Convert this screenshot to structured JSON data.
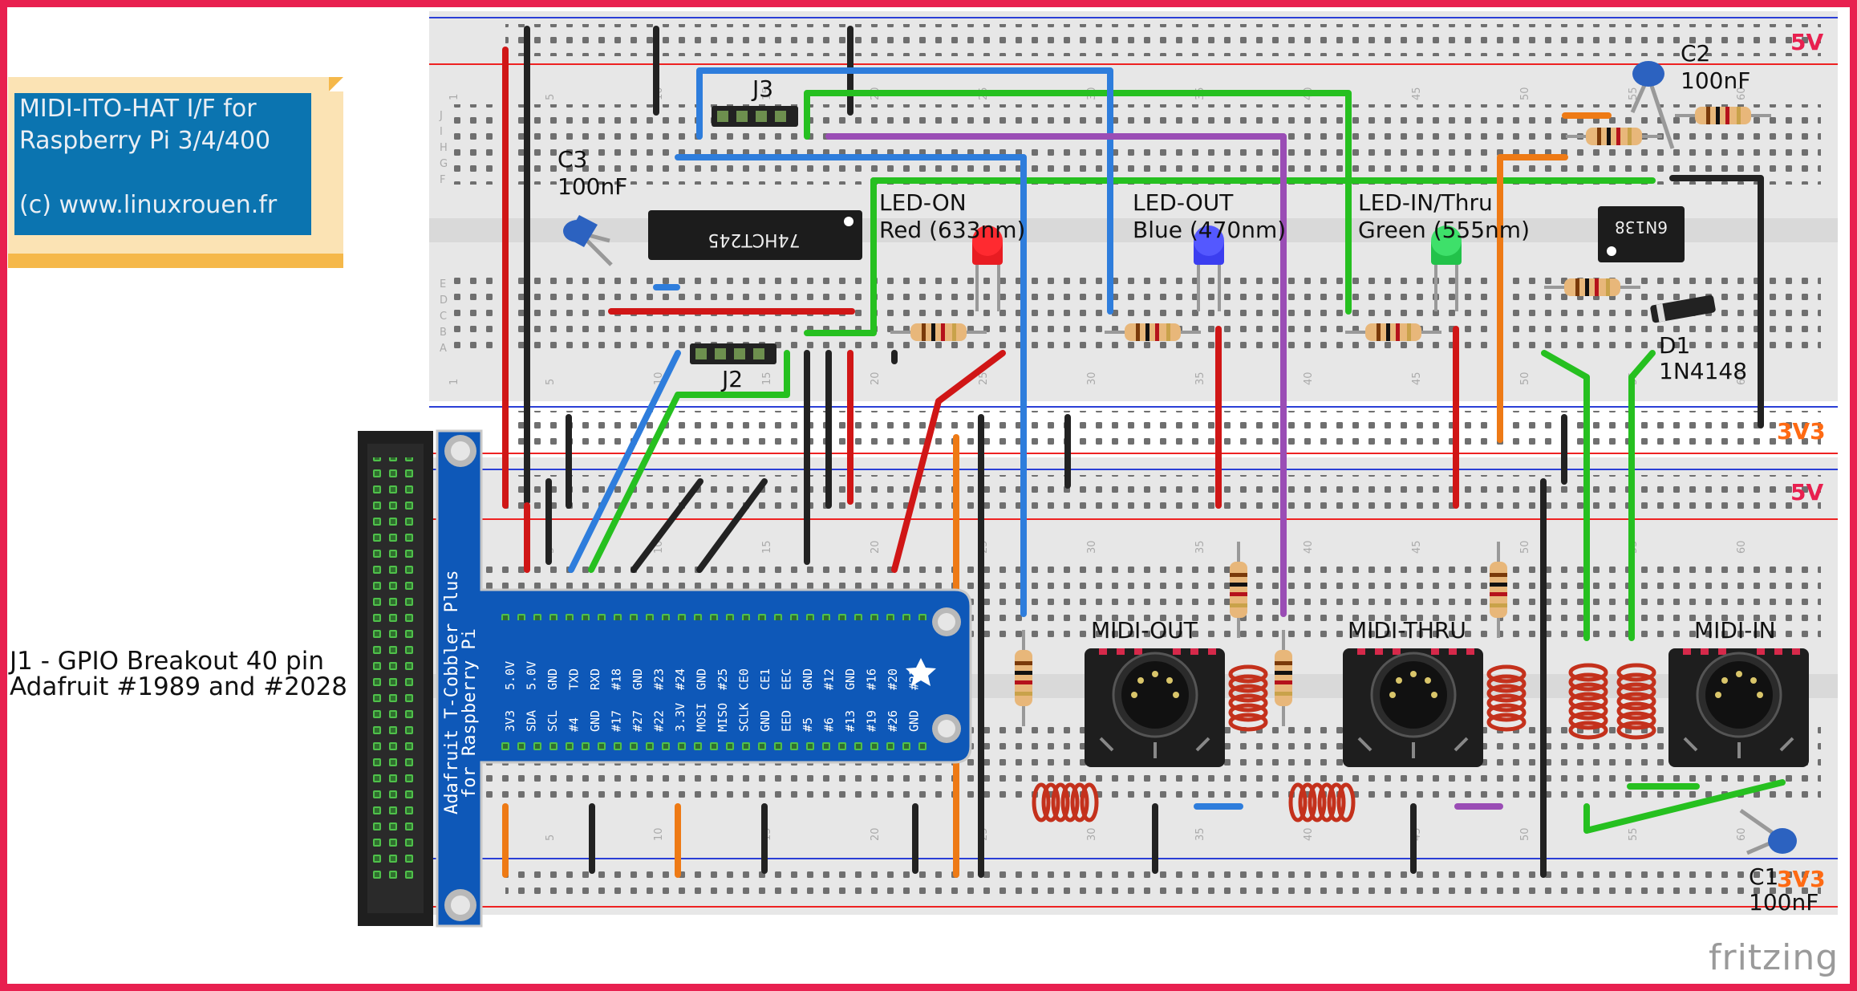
{
  "note": {
    "text": "MIDI-ITO-HAT I/F for\nRaspberry Pi 3/4/400\n\n(c) www.linuxrouen.fr"
  },
  "j1_label": {
    "line1": "J1 - GPIO Breakout 40 pin",
    "line2": "Adafruit #1989 and #2028"
  },
  "rails": {
    "top_5v": "5V",
    "mid_3v3": "3V3",
    "mid_5v": "5V",
    "bot_3v3": "3V3"
  },
  "components": {
    "j3": "J3",
    "j2": "J2",
    "c3_name": "C3",
    "c3_value": "100nF",
    "c2_name": "C2",
    "c2_value": "100nF",
    "c1_name": "C1",
    "c1_value": "100nF",
    "d1_name": "D1",
    "d1_value": "1N4148",
    "ic1": "74HCT245",
    "ic2": "6N138",
    "led_on_1": "LED-ON",
    "led_on_2": "Red (633nm)",
    "led_out_1": "LED-OUT",
    "led_out_2": "Blue (470nm)",
    "led_in_1": "LED-IN/Thru",
    "led_in_2": "Green (555nm)",
    "midi_out": "MIDI-OUT",
    "midi_thru": "MIDI-THRU",
    "midi_in": "MIDI-IN"
  },
  "cobbler": {
    "title1": "Adafruit T-Cobbler Plus",
    "title2": "for Raspberry Pi",
    "top_pins": [
      "5.0V",
      "5.0V",
      "GND",
      "TXD",
      "RXD",
      "#18",
      "GND",
      "#23",
      "#24",
      "GND",
      "#25",
      "CE0",
      "CE1",
      "EEC",
      "GND",
      "#12",
      "GND",
      "#16",
      "#20",
      "#21"
    ],
    "bottom_pins": [
      "3V3",
      "SDA",
      "SCL",
      "#4",
      "GND",
      "#17",
      "#27",
      "#22",
      "3.3V",
      "MOSI",
      "MISO",
      "SCLK",
      "GND",
      "EED",
      "#5",
      "#6",
      "#13",
      "#19",
      "#26",
      "GND"
    ]
  },
  "breadboard": {
    "row_letters_top": [
      "J",
      "I",
      "H",
      "G",
      "F"
    ],
    "row_letters_bottom": [
      "E",
      "D",
      "C",
      "B",
      "A"
    ],
    "column_numbers": [
      "1",
      "5",
      "10",
      "15",
      "20",
      "25",
      "30",
      "35",
      "40",
      "45",
      "50",
      "55",
      "60"
    ]
  },
  "fritzing": "fritzing",
  "colors": {
    "frame": "#e8204f",
    "rail_5v": "#e8204f",
    "rail_3v3": "#ff6a13",
    "note_bg": "#0b74b0",
    "cobbler": "#0e58b8"
  }
}
